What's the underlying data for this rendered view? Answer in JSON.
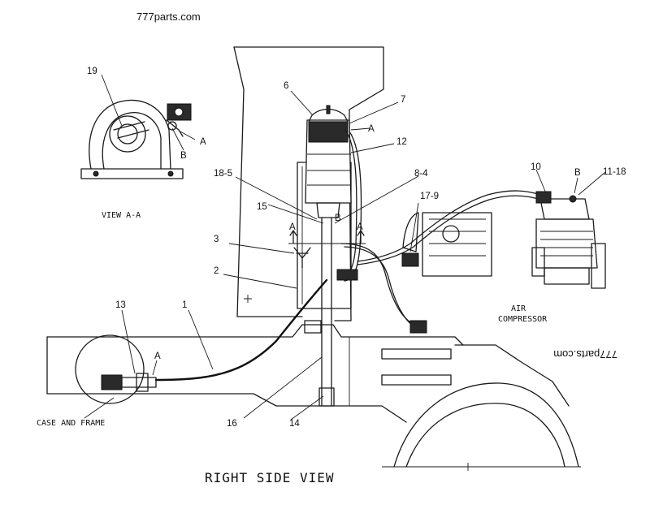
{
  "watermark_top": "777parts.com",
  "watermark_side": "777parts.com",
  "title": "RIGHT SIDE VIEW",
  "view_caption": "VIEW A-A",
  "captions": {
    "case_frame": "CASE AND FRAME",
    "air": "AIR",
    "compressor": "COMPRESSOR"
  },
  "callouts": [
    "19",
    "A",
    "B",
    "6",
    "7",
    "A",
    "12",
    "18-5",
    "15",
    "8-4",
    "10",
    "B",
    "11-18",
    "17-9",
    "B",
    "A",
    "A",
    "3",
    "2",
    "13",
    "1",
    "A",
    "16",
    "14"
  ]
}
